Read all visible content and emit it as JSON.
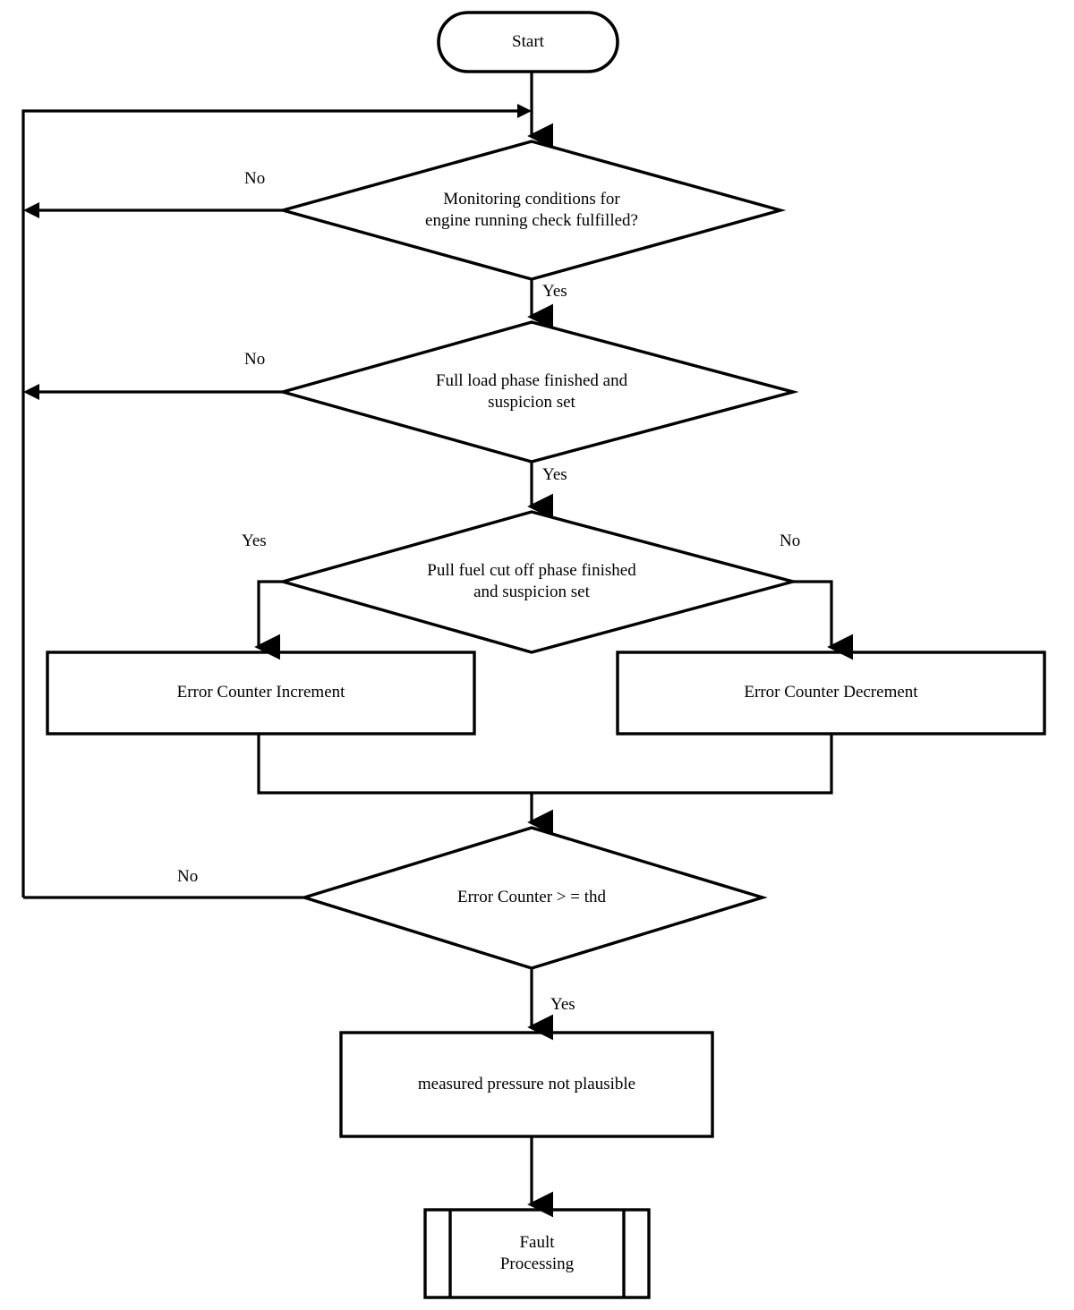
{
  "diagram": {
    "type": "flowchart",
    "title": "Engine running check plausibility monitoring flowchart",
    "stroke_color": "#000000",
    "fill_color": "#ffffff",
    "background_color": "#ffffff"
  },
  "nodes": {
    "start": {
      "shape": "terminator",
      "label": "Start"
    },
    "decision_monitoring": {
      "shape": "decision",
      "label": "Monitoring  conditions for\nengine running check fulfilled?"
    },
    "decision_full_load": {
      "shape": "decision",
      "label": "Full load phase finished and\nsuspicion set"
    },
    "decision_fuel_cut_off": {
      "shape": "decision",
      "label": "Pull fuel cut off phase finished\nand suspicion set"
    },
    "process_counter_increment": {
      "shape": "process",
      "label": "Error Counter Increment"
    },
    "process_counter_decrement": {
      "shape": "process",
      "label": "Error Counter Decrement"
    },
    "decision_counter_threshold": {
      "shape": "decision",
      "label": "Error Counter > = thd"
    },
    "process_pressure_not_plausible": {
      "shape": "process",
      "label": "measured pressure not plausible"
    },
    "predefined_fault_processing": {
      "shape": "predefined-process",
      "label": "Fault\nProcessing"
    }
  },
  "edge_labels": {
    "monitoring_no": "No",
    "monitoring_yes": "Yes",
    "full_load_no": "No",
    "full_load_yes": "Yes",
    "fuel_cut_off_yes": "Yes",
    "fuel_cut_off_no": "No",
    "threshold_no": "No",
    "threshold_yes": "Yes"
  }
}
